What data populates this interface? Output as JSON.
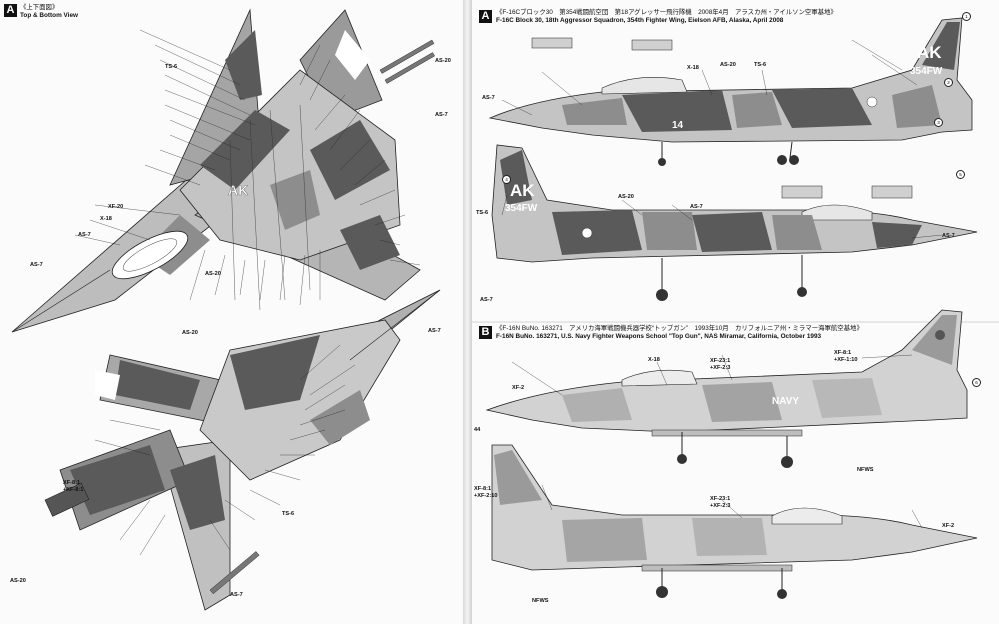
{
  "left": {
    "badge": "A",
    "caption_jp": "《上下面図》",
    "caption_en": "Top & Bottom View",
    "labels": {
      "ts6_a": "TS-6",
      "as20_a": "AS-20",
      "as7_a": "AS-7",
      "xf20": "XF-20",
      "x18": "X-18",
      "as7_b": "AS-7",
      "as7_c": "AS-7",
      "as20_b": "AS-20",
      "as20_c": "AS-20",
      "as7_d": "AS-7",
      "xf81": "XF-8:1",
      "xf83": "+XF-8:1",
      "ts6_b": "TS-6",
      "as20_d": "AS-20",
      "as7_e": "AS-7",
      "tail_code": "AK"
    }
  },
  "right": {
    "section_a": {
      "badge": "A",
      "caption_jp": "《F-16Cブロック30　第354戦闘航空団　第18アグレッサー飛行隊機　2008年4月　アラスカ州・アイルソン空軍基地》",
      "caption_en": "F-16C Block 30, 18th Aggressor Squadron, 354th Fighter Wing, Eielson AFB, Alaska, April 2008",
      "tail_code": "AK",
      "tail_wing": "354FW",
      "side_number": "14",
      "labels": {
        "x18": "X-18",
        "as20": "AS-20",
        "ts6": "TS-6",
        "as7": "AS-7",
        "as7_b": "AS-7",
        "ts6_b": "TS-6",
        "as20_b": "AS-20",
        "as7_c": "AS-7",
        "as7_d": "AS-7"
      }
    },
    "section_b": {
      "badge": "B",
      "caption_jp": "《F-16N BuNo. 163271　アメリカ海軍戦闘機兵器学校“トップガン”　1993年10月　カリフォルニア州・ミラマー海軍航空基地》",
      "caption_en": "F-16N BuNo. 163271, U.S. Navy Fighter Weapons School \"Top Gun\", NAS Miramar, California, October 1993",
      "tail_text": "NFWS",
      "fuselage_text": "NAVY",
      "labels": {
        "xf2": "XF-2",
        "x18": "X-18",
        "xf23": "XF-23:1",
        "xf23b": "+XF-2:3",
        "xf81": "XF-8:1",
        "xf81b": "+XF-1:10",
        "xf2b": "XF-2",
        "xf23c": "XF-23:1",
        "xf23d": "+XF-2:3",
        "xf81c": "XF-8:1",
        "xf81d": "+XF-2:10",
        "n44": "44",
        "nfws_b": "NFWS"
      }
    }
  },
  "colors": {
    "dark": "#5a5a5a",
    "mid": "#8d8d8d",
    "light": "#c9c9c9",
    "paper": "#fbfbfb"
  }
}
